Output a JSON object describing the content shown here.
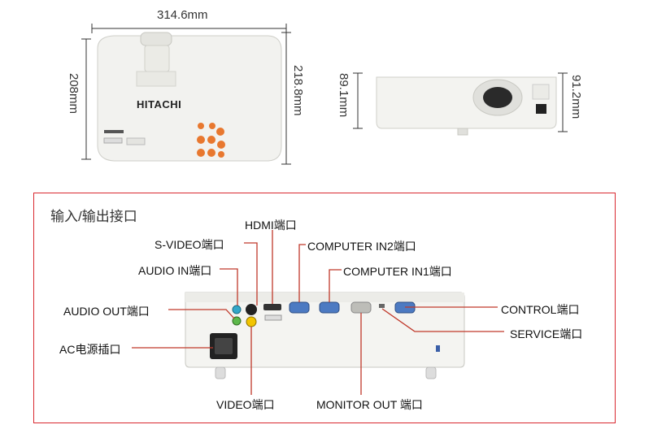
{
  "dimensions": {
    "top_width": "314.6mm",
    "top_depth": "208mm",
    "top_depth_alt": "218.8mm",
    "front_height": "89.1mm",
    "front_height_alt": "91.2mm"
  },
  "brand": {
    "logo": "HITACHI"
  },
  "ports_section": {
    "title": "输入/输出接口",
    "labels": {
      "hdmi": "HDMI端口",
      "s_video": "S-VIDEO端口",
      "computer_in2": "COMPUTER  IN2端口",
      "audio_in": "AUDIO  IN端口",
      "computer_in1": "COMPUTER  IN1端口",
      "audio_out": "AUDIO  OUT端口",
      "control": "CONTROL端口",
      "service": "SERVICE端口",
      "ac_power": "AC电源插口",
      "video": "VIDEO端口",
      "monitor_out": "MONITOR  OUT  端口"
    }
  },
  "colors": {
    "frame": "#d9282f",
    "leader": "#c0392b",
    "button_orange": "#e8782f"
  }
}
